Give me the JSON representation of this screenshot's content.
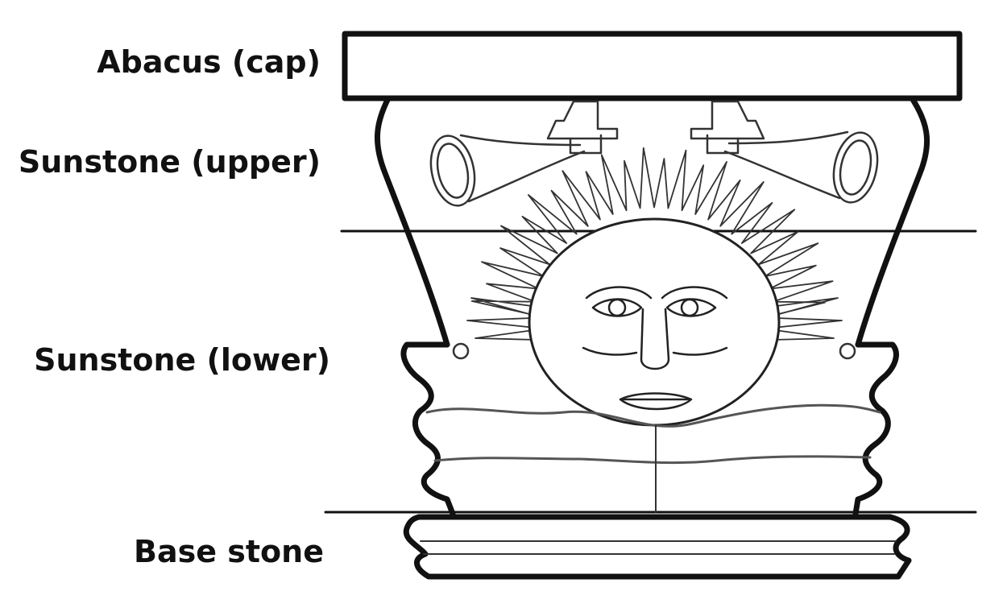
{
  "diagram": {
    "labels": {
      "abacus": "Abacus (cap)",
      "sunstone_upper": "Sunstone (upper)",
      "sunstone_lower": "Sunstone (lower)",
      "base_stone": "Base stone"
    },
    "colors": {
      "ink": "#111111",
      "thin_line": "#333333",
      "background": "#ffffff"
    }
  }
}
